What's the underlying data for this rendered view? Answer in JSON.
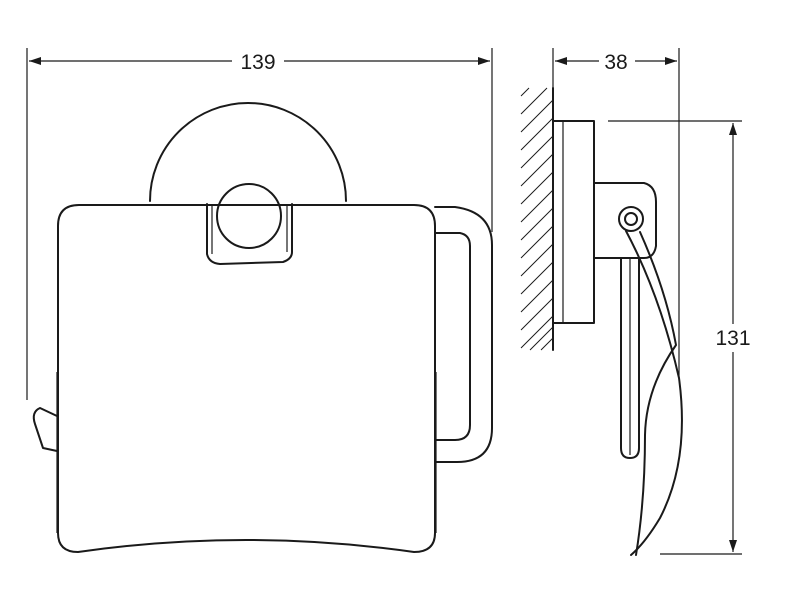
{
  "dimensions": {
    "width_label": "139",
    "depth_label": "38",
    "height_label": "131"
  }
}
